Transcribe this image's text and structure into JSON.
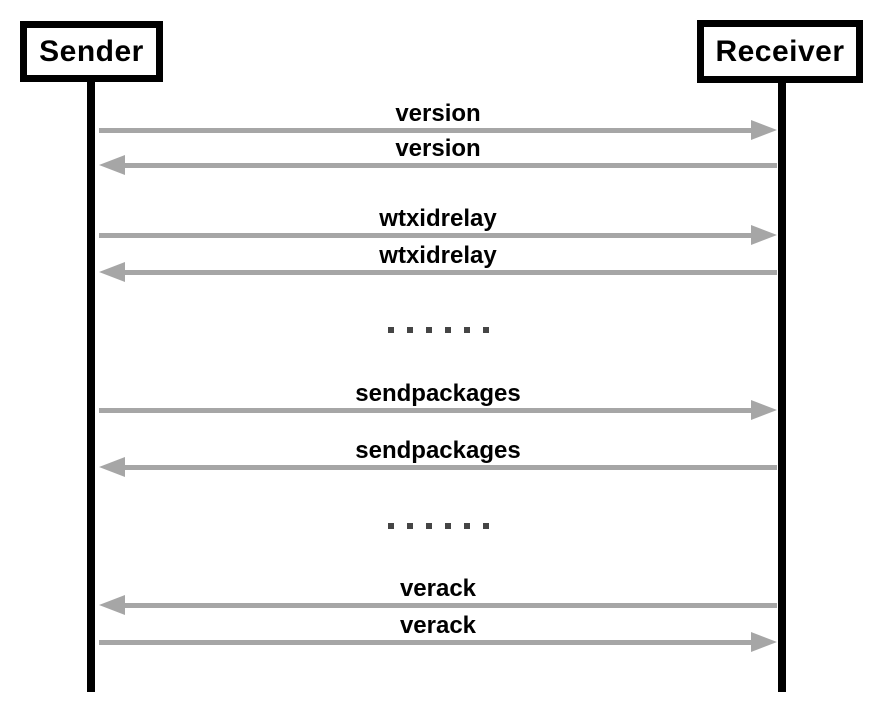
{
  "diagram": {
    "type": "sequence-diagram",
    "participants": {
      "left": "Sender",
      "right": "Receiver"
    },
    "messages": [
      {
        "label": "version",
        "from": "Sender",
        "to": "Receiver",
        "direction": "right"
      },
      {
        "label": "version",
        "from": "Receiver",
        "to": "Sender",
        "direction": "left"
      },
      {
        "label": "wtxidrelay",
        "from": "Sender",
        "to": "Receiver",
        "direction": "right"
      },
      {
        "label": "wtxidrelay",
        "from": "Receiver",
        "to": "Sender",
        "direction": "left"
      },
      {
        "type": "ellipsis",
        "dot_count": 6
      },
      {
        "label": "sendpackages",
        "from": "Sender",
        "to": "Receiver",
        "direction": "right"
      },
      {
        "label": "sendpackages",
        "from": "Receiver",
        "to": "Sender",
        "direction": "left"
      },
      {
        "type": "ellipsis",
        "dot_count": 6
      },
      {
        "label": "verack",
        "from": "Receiver",
        "to": "Sender",
        "direction": "left"
      },
      {
        "label": "verack",
        "from": "Sender",
        "to": "Receiver",
        "direction": "right"
      }
    ],
    "colors": {
      "arrow": "#a6a6a6",
      "lifeline": "#000000",
      "box_border": "#000000",
      "text": "#000000",
      "dots": "#454545",
      "background": "#ffffff"
    }
  }
}
